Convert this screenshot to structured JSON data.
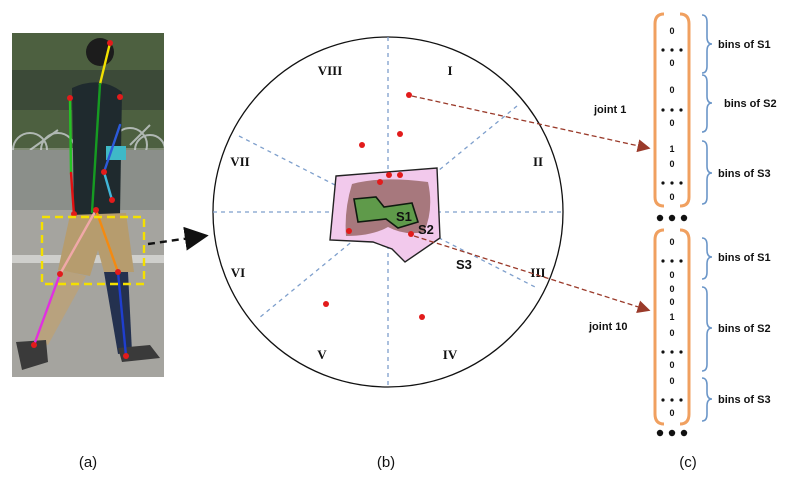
{
  "panels": {
    "a": {
      "caption": "(a)"
    },
    "b": {
      "caption": "(b)",
      "sectors": [
        "I",
        "II",
        "III",
        "IV",
        "V",
        "VI",
        "VII",
        "VIII"
      ],
      "regions": [
        "S1",
        "S2",
        "S3"
      ]
    },
    "c": {
      "caption": "(c)",
      "joints": [
        {
          "label": "joint 1",
          "rows": [
            "0",
            "0",
            "0",
            "0",
            "1",
            "0",
            "0"
          ],
          "bins": [
            "bins of S1",
            "bins of S2",
            "bins of S3"
          ]
        },
        {
          "label": "joint 10",
          "rows": [
            "0",
            "0",
            "0",
            "0",
            "1",
            "0",
            "0",
            "0",
            "0"
          ],
          "bins": [
            "bins of S1",
            "bins of S2",
            "bins of S3"
          ]
        }
      ]
    }
  },
  "colors": {
    "bracket": "#f0a060",
    "curly": "#6b96c8",
    "dashed_axis": "#7e9fcc",
    "arrow": "#9a3a2a",
    "dot": "#e21b1b",
    "region_fill": "#f2c9ec",
    "s1_fill": "#5f9a4a",
    "bbox": "#f4e000"
  }
}
